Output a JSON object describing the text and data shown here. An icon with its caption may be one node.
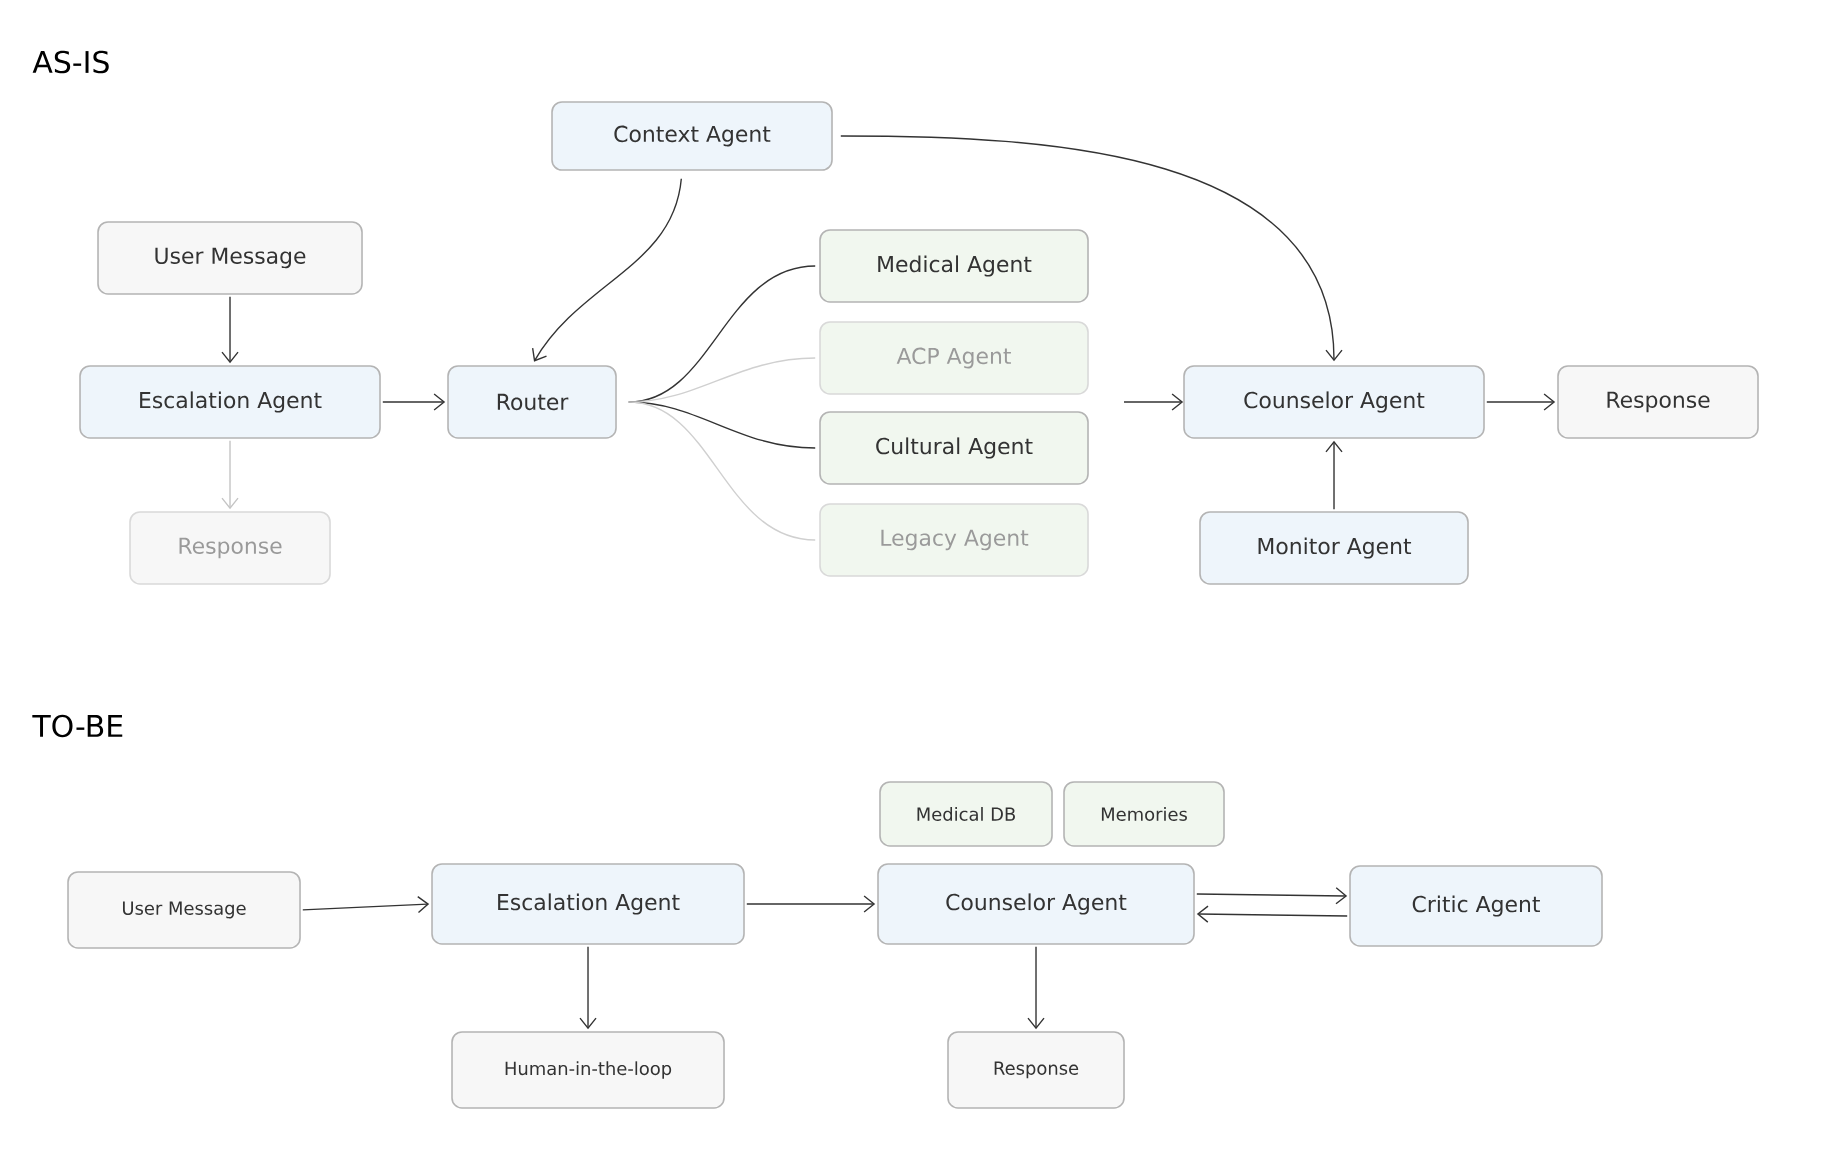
{
  "diagram": {
    "nodes": [
      {
        "text": [
          "Context Agent"
        ]
      },
      {
        "text": [
          "User Message"
        ]
      },
      {
        "text": [
          "Escalation Agent"
        ]
      },
      {
        "text": [
          "Response"
        ]
      },
      {
        "text": [
          "Router"
        ]
      },
      {
        "text": [
          "Medical Agent"
        ]
      },
      {
        "text": [
          "ACP Agent"
        ]
      },
      {
        "text": [
          "Cultural Agent"
        ]
      },
      {
        "text": [
          "Legacy Agent"
        ]
      },
      {
        "text": [
          "Counselor Agent"
        ]
      },
      {
        "text": [
          "Response"
        ]
      },
      {
        "text": [
          "Monitor Agent"
        ]
      },
      {
        "text": [
          "User Message"
        ]
      },
      {
        "text": [
          "Escalation Agent"
        ]
      },
      {
        "text": [
          "Medical DB"
        ]
      },
      {
        "text": [
          "Memories"
        ]
      },
      {
        "text": [
          "Counselor Agent"
        ]
      },
      {
        "text": [
          "Critic Agent"
        ]
      },
      {
        "text": [
          "Human-in-the-loop"
        ]
      },
      {
        "text": [
          "Response"
        ]
      }
    ],
    "edges": [
      {
        "from": 1,
        "to": 2,
        "arrow": "to"
      },
      {
        "from": 2,
        "to": 4,
        "arrow": "to"
      },
      {
        "from": 2,
        "to": 3,
        "arrow": "to",
        "color": "#c4c4c4"
      },
      {
        "from": 0,
        "to": 4,
        "arrow": "to"
      },
      {
        "from": 0,
        "to": 9,
        "arrow": "to"
      },
      {
        "from": 4,
        "to": 5,
        "arrow": "none"
      },
      {
        "from": 4,
        "to": 6,
        "arrow": "none",
        "color": "#d0d0d0"
      },
      {
        "from": 4,
        "to": 7,
        "arrow": "none"
      },
      {
        "from": 4,
        "to": 8,
        "arrow": "none",
        "color": "#d0d0d0"
      },
      {
        "from": null,
        "to": 9,
        "arrow": "to"
      },
      {
        "from": 9,
        "to": 10,
        "arrow": "to"
      },
      {
        "from": 11,
        "to": 9,
        "arrow": "to"
      },
      {
        "from": 12,
        "to": 13,
        "arrow": "to"
      },
      {
        "from": 13,
        "to": 16,
        "arrow": "to"
      },
      {
        "from": 16,
        "to": 17,
        "arrow": "to"
      },
      {
        "from": 17,
        "to": 16,
        "arrow": "to"
      },
      {
        "from": 13,
        "to": 18,
        "arrow": "to"
      },
      {
        "from": 16,
        "to": 19,
        "arrow": "to"
      }
    ],
    "labels": [
      "AS-IS",
      "TO-BE"
    ]
  }
}
